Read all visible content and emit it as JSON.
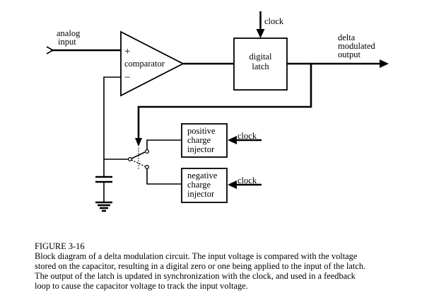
{
  "diagram": {
    "analog_input_label": [
      "analog",
      "input"
    ],
    "comparator_label": "comparator",
    "plus_sign": "+",
    "minus_sign": "−",
    "digital_latch_label": [
      "digital",
      "latch"
    ],
    "delta_output_label": [
      "delta",
      "modulated",
      "output"
    ],
    "clock_labels": {
      "latch": "clock",
      "positive_injector": "clock",
      "negative_injector": "clock"
    },
    "positive_injector_label": [
      "positive",
      "charge",
      "injector"
    ],
    "negative_injector_label": [
      "negative",
      "charge",
      "injector"
    ]
  },
  "caption": {
    "figure_label": "FIGURE 3-16",
    "lines": [
      "Block diagram of a delta modulation circuit. The input voltage is compared with the voltage",
      "stored on the capacitor, resulting in a digital zero or one  being applied to the input of the latch.",
      "The output of the latch is updated in synchronization with the clock, and used in a feedback",
      "loop to cause the capacitor voltage to track the input voltage."
    ]
  }
}
